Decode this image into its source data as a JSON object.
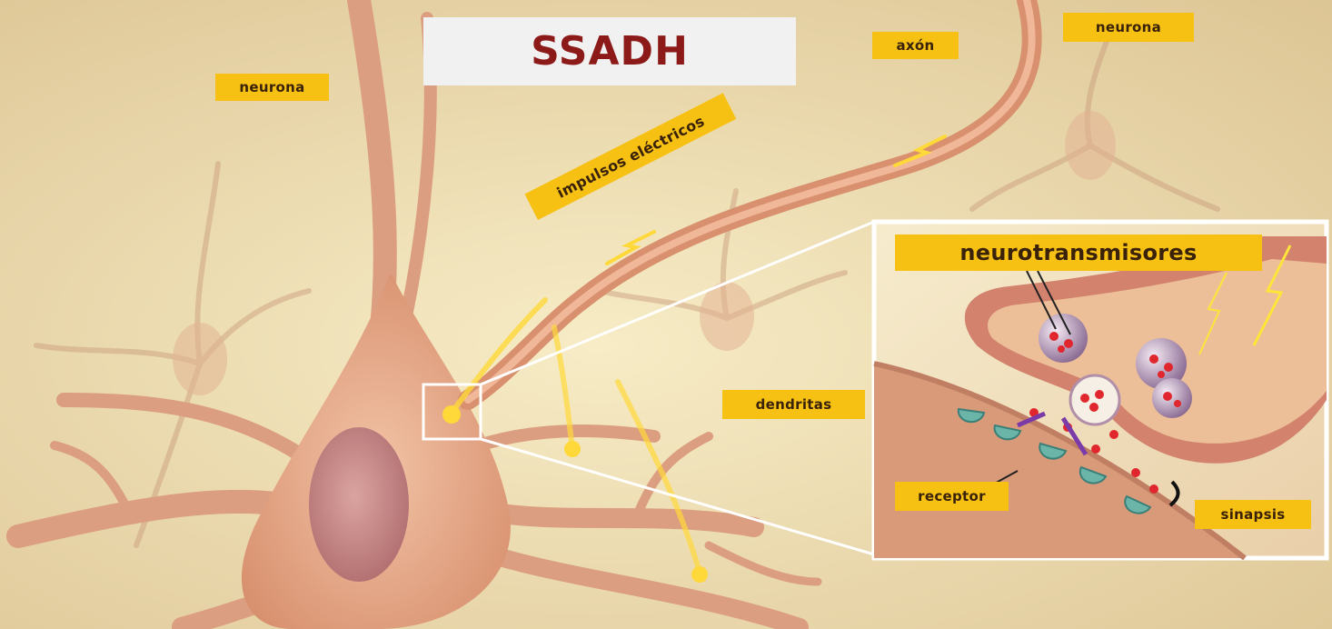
{
  "title": "SSADH",
  "labels": {
    "neurona_left": "neurona",
    "axon": "axón",
    "neurona_right": "neurona",
    "impulsos": "impulsos eléctricos",
    "neurotransmisores": "neurotransmisores",
    "dendritas": "dendritas",
    "receptor": "receptor",
    "sinapsis": "sinapsis"
  },
  "colors": {
    "label_bg": "#f7c114",
    "title_text": "#8b1a18",
    "background": "#f2e3b3",
    "neuron_body": "#e7a98a",
    "impulse": "#ffd83a"
  }
}
